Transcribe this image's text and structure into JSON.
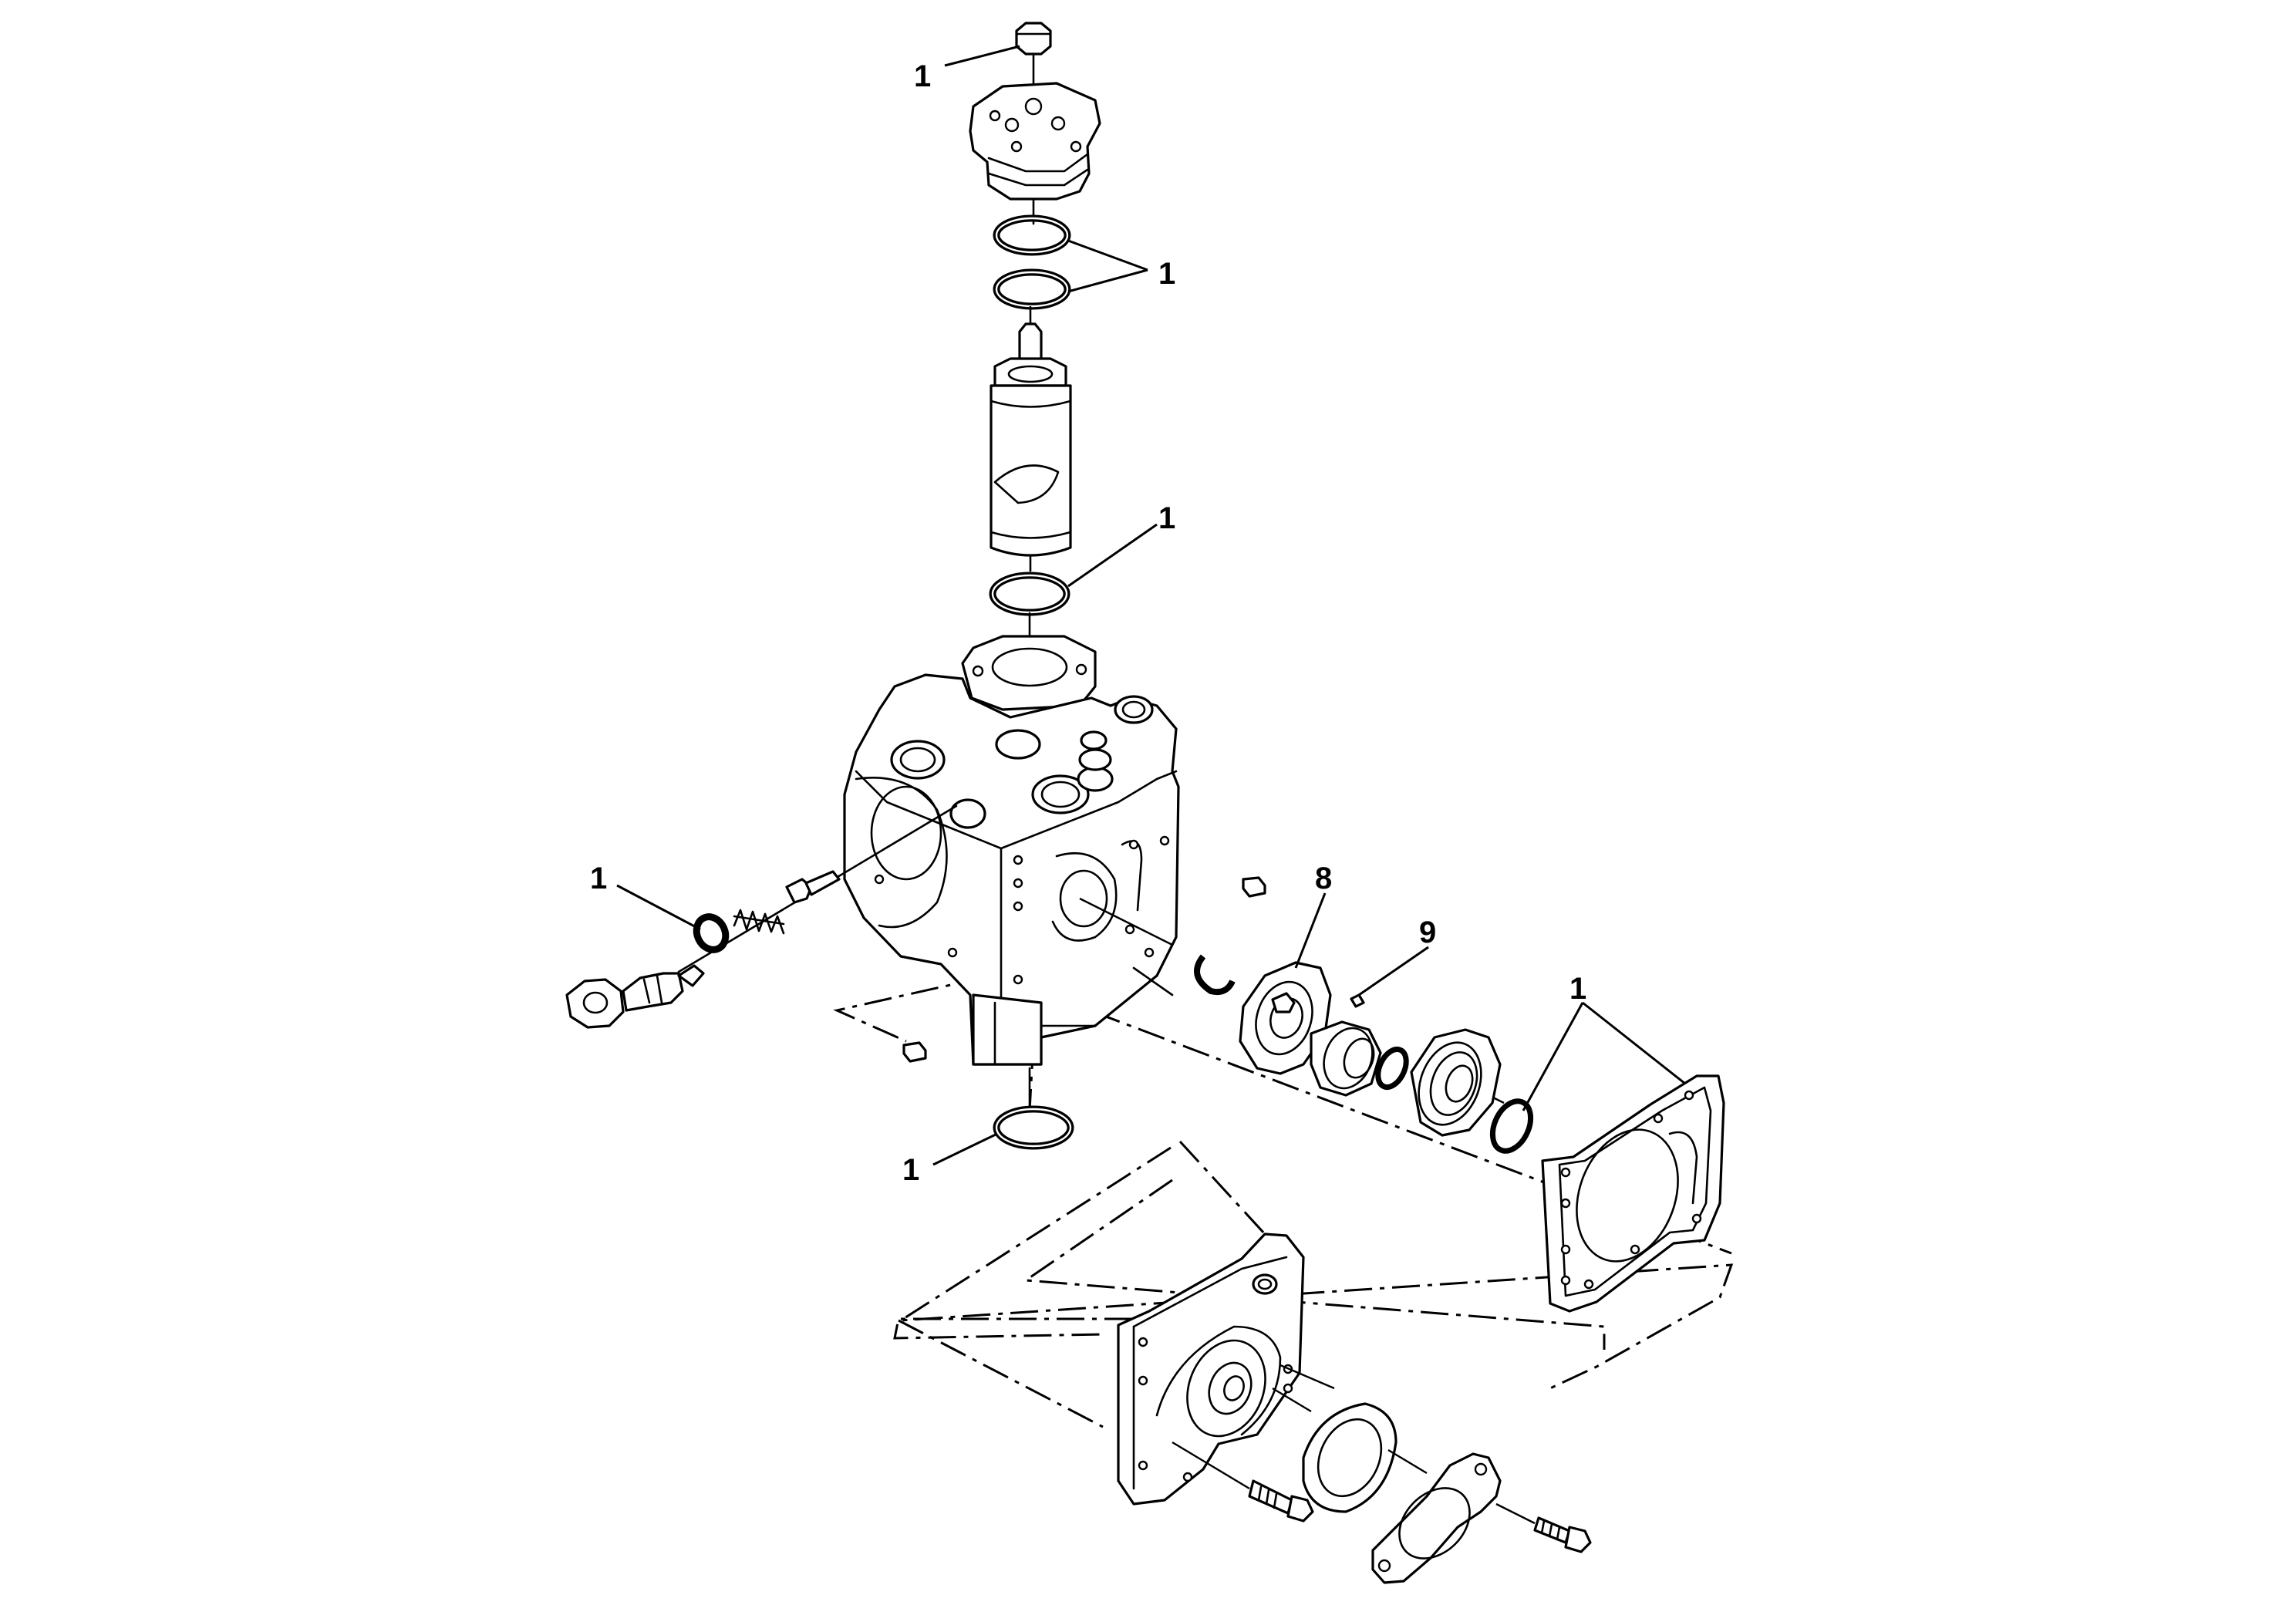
{
  "diagram": {
    "type": "exploded-parts-view",
    "callouts": [
      {
        "id": "c-top-cap",
        "label": "1"
      },
      {
        "id": "c-upper-orings",
        "label": "1"
      },
      {
        "id": "c-middle-oring",
        "label": "1"
      },
      {
        "id": "c-side-oring",
        "label": "1"
      },
      {
        "id": "c-bottom-oring",
        "label": "1"
      },
      {
        "id": "c-charge-pump",
        "label": "8"
      },
      {
        "id": "c-key",
        "label": "9"
      },
      {
        "id": "c-gasket-seals",
        "label": "1"
      }
    ]
  }
}
